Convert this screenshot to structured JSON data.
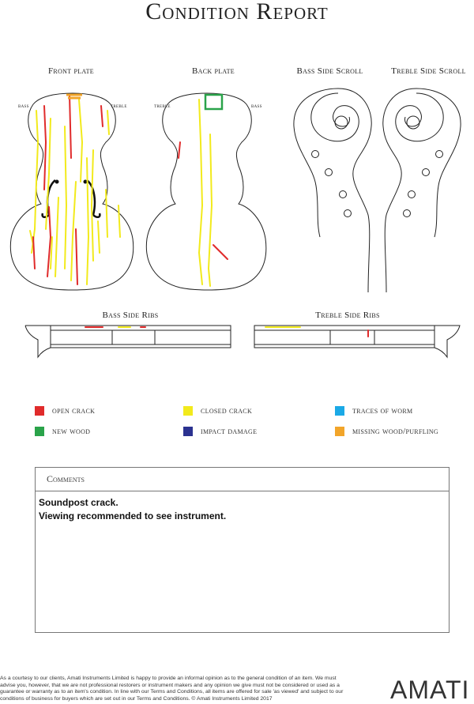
{
  "title": "Condition Report",
  "views": {
    "front_plate": {
      "label": "Front plate",
      "left_side": "bass",
      "right_side": "treble"
    },
    "back_plate": {
      "label": "Back plate",
      "left_side": "treble",
      "right_side": "bass"
    },
    "bass_scroll": {
      "label": "Bass Side Scroll"
    },
    "treble_scroll": {
      "label": "Treble Side Scroll"
    },
    "bass_ribs": {
      "label": "Bass Side Ribs"
    },
    "treble_ribs": {
      "label": "Treble Side Ribs"
    }
  },
  "legend": [
    {
      "label": "open crack",
      "color": "#e02b2b"
    },
    {
      "label": "closed crack",
      "color": "#f2ea1c"
    },
    {
      "label": "traces of worm",
      "color": "#1ba9e6"
    },
    {
      "label": "new wood",
      "color": "#2aa34a"
    },
    {
      "label": "impact damage",
      "color": "#2b3290"
    },
    {
      "label": "missing wood/purfling",
      "color": "#f2a52a"
    }
  ],
  "comments": {
    "heading": "Comments",
    "lines": [
      "Soundpost crack.",
      "Viewing recommended to see instrument."
    ]
  },
  "disclaimer": "As a courtesy to our clients, Amati Instruments Limited is happy to provide an informal opinion as to the general condition of an item. We must advise you, however, that we are not professional restorers or instrument makers and any opinion we give must not be considered or used as a guarantee or warranty as to an item's condition. In line with our Terms and Conditions, all items are offered for sale 'as viewed' and subject to our conditions of business for buyers which are set out in our Terms and Conditions. © Amati Instruments Limited 2017",
  "logo": "AMATI"
}
